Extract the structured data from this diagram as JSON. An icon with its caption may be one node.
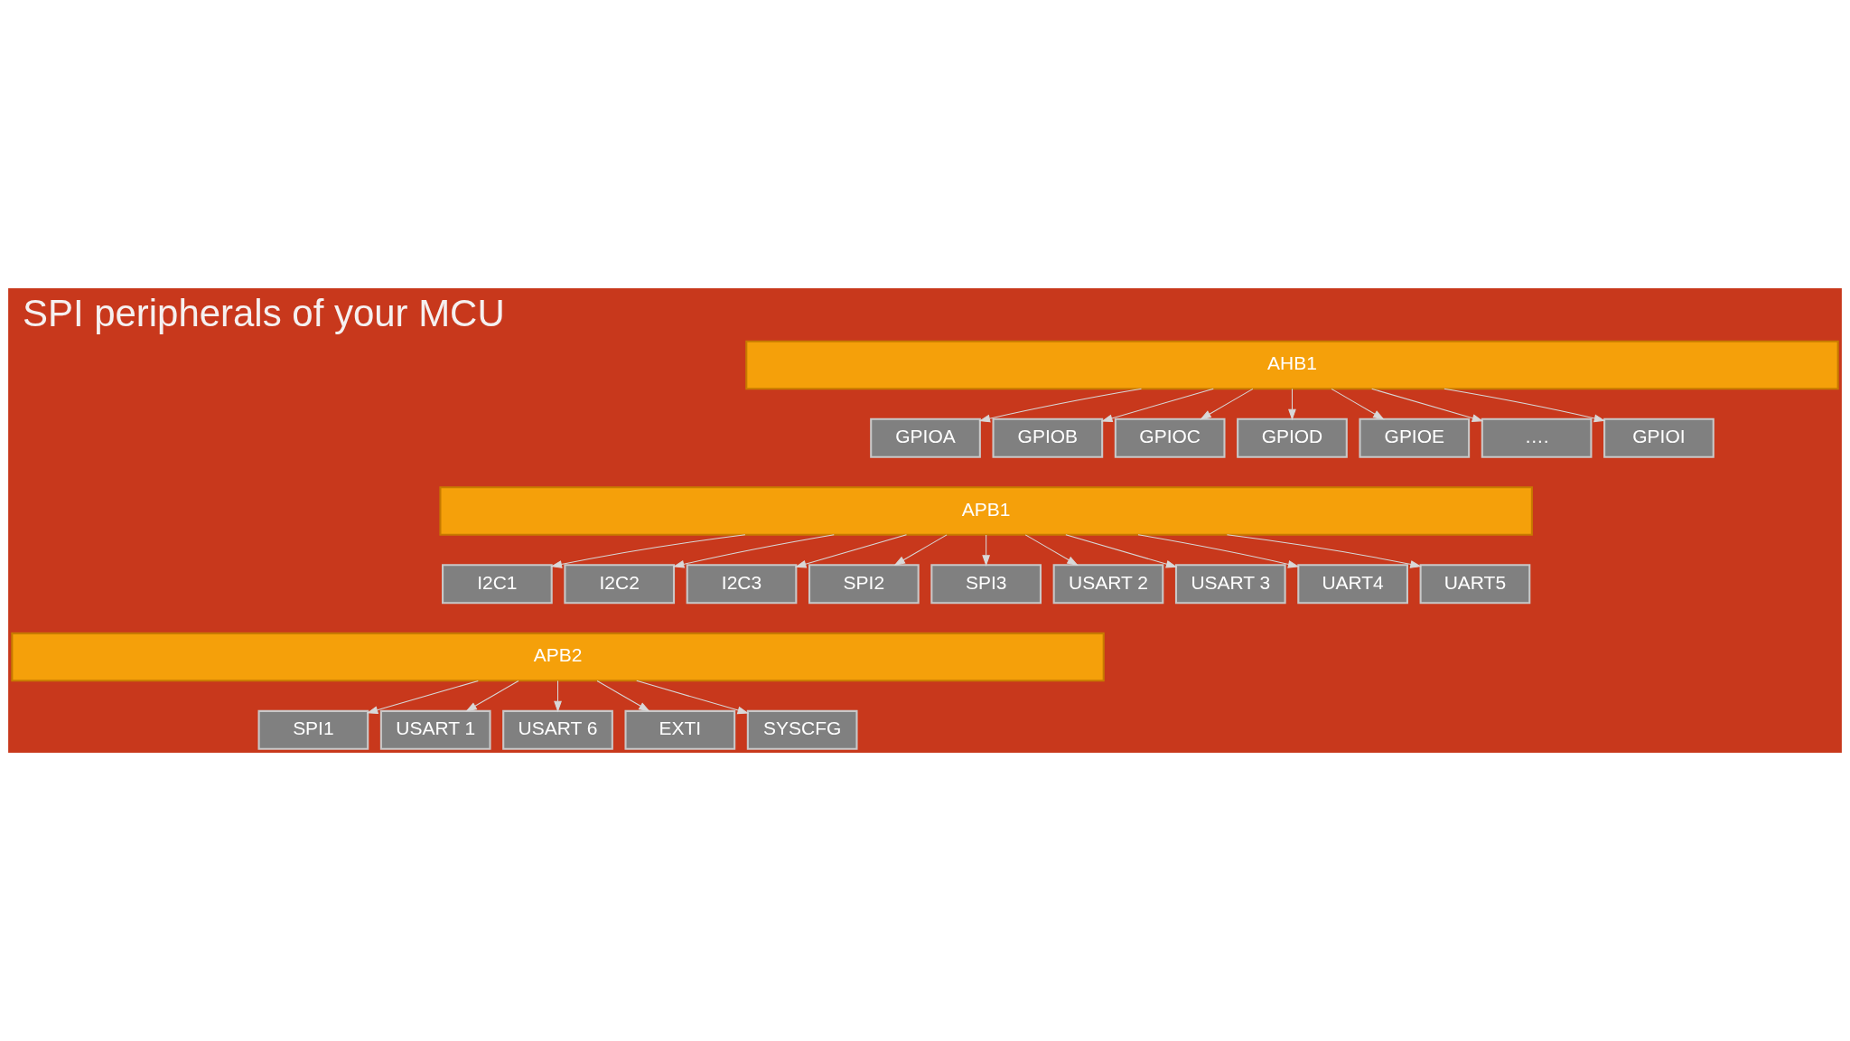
{
  "diagram": {
    "title": "SPI peripherals of your MCU",
    "nodes": [
      {
        "text": [
          "AHB1"
        ]
      },
      {
        "text": [
          "GPIOA"
        ]
      },
      {
        "text": [
          "GPIOB"
        ]
      },
      {
        "text": [
          "GPIOC"
        ]
      },
      {
        "text": [
          "GPIOD"
        ]
      },
      {
        "text": [
          "GPIOE"
        ]
      },
      {
        "text": [
          "…."
        ]
      },
      {
        "text": [
          "GPIOI"
        ]
      },
      {
        "text": [
          "APB1"
        ]
      },
      {
        "text": [
          "I2C1"
        ]
      },
      {
        "text": [
          "I2C2"
        ]
      },
      {
        "text": [
          "I2C3"
        ]
      },
      {
        "text": [
          "SPI2"
        ]
      },
      {
        "text": [
          "SPI3"
        ]
      },
      {
        "text": [
          "USART 2"
        ]
      },
      {
        "text": [
          "USART 3"
        ]
      },
      {
        "text": [
          "UART4"
        ]
      },
      {
        "text": [
          "UART5"
        ]
      },
      {
        "text": [
          "APB2"
        ]
      },
      {
        "text": [
          "SPI1"
        ]
      },
      {
        "text": [
          "USART 1"
        ]
      },
      {
        "text": [
          "USART 6"
        ]
      },
      {
        "text": [
          "EXTI"
        ]
      },
      {
        "text": [
          "SYSCFG"
        ]
      }
    ],
    "edges": [
      {
        "from": 0,
        "to": 1,
        "arrow": "to"
      },
      {
        "from": 0,
        "to": 2,
        "arrow": "to"
      },
      {
        "from": 0,
        "to": 3,
        "arrow": "to"
      },
      {
        "from": 0,
        "to": 4,
        "arrow": "to"
      },
      {
        "from": 0,
        "to": 5,
        "arrow": "to"
      },
      {
        "from": 0,
        "to": 6,
        "arrow": "to"
      },
      {
        "from": 0,
        "to": 7,
        "arrow": "to"
      },
      {
        "from": 8,
        "to": 9,
        "arrow": "to"
      },
      {
        "from": 8,
        "to": 10,
        "arrow": "to"
      },
      {
        "from": 8,
        "to": 11,
        "arrow": "to"
      },
      {
        "from": 8,
        "to": 12,
        "arrow": "to"
      },
      {
        "from": 8,
        "to": 13,
        "arrow": "to"
      },
      {
        "from": 8,
        "to": 14,
        "arrow": "to"
      },
      {
        "from": 8,
        "to": 15,
        "arrow": "to"
      },
      {
        "from": 8,
        "to": 16,
        "arrow": "to"
      },
      {
        "from": 8,
        "to": 17,
        "arrow": "to"
      },
      {
        "from": 18,
        "to": 19,
        "arrow": "to"
      },
      {
        "from": 18,
        "to": 20,
        "arrow": "to"
      },
      {
        "from": 18,
        "to": 21,
        "arrow": "to"
      },
      {
        "from": 18,
        "to": 22,
        "arrow": "to"
      },
      {
        "from": 18,
        "to": 23,
        "arrow": "to"
      }
    ]
  }
}
